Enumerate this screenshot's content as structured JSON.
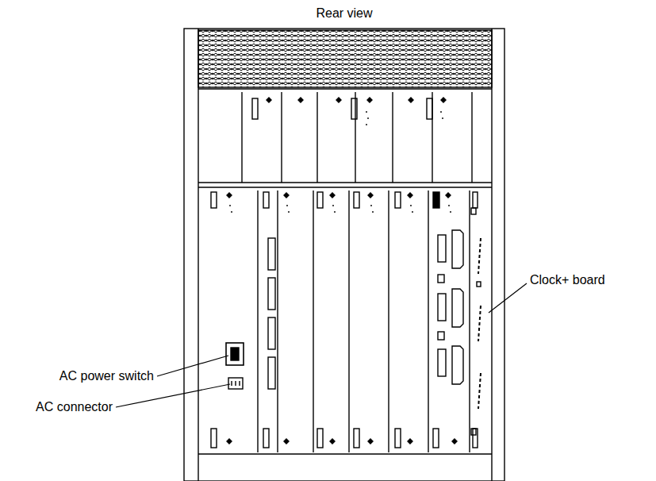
{
  "diagram": {
    "title": "Rear view",
    "labels": [
      "AC power switch",
      "AC connector",
      "Clock+ board"
    ]
  }
}
